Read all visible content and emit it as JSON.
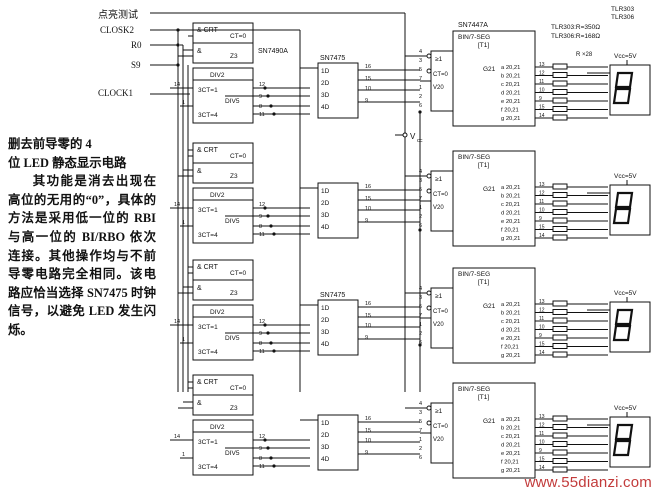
{
  "inputs": {
    "lamp_test": "点亮测试",
    "clock2": "CLOSK2",
    "r0": "R0",
    "s9": "S9",
    "clock1": "CLOCK1"
  },
  "chips": {
    "sn7490a": "SN7490A",
    "sn7475": "SN7475",
    "sn7447a": "SN7447A",
    "crt": "& CRT",
    "ct0": "CT=0",
    "z3": "Z3",
    "and": "&",
    "div2": "DIV2",
    "ct1": "3CT=1",
    "ct4": "3CT=4",
    "div5": "DIV5",
    "bin7seg": "BIN/7-SEG",
    "t1": "[T1]",
    "ge1": "≥1",
    "ct0b": "CT=0",
    "v20": "V20",
    "g21": "G21",
    "seg_outputs": [
      "a 20,21",
      "b 20,21",
      "c 20,21",
      "d 20,21",
      "e 20,21",
      "f 20,21",
      "g 20,21"
    ],
    "rx28": "R ×28"
  },
  "labels": {
    "vcc": "V",
    "vcc_sub": "cc",
    "vcc_disp": "V",
    "vcc_disp_val": "=5V",
    "tlr303": "TLR303",
    "tlr306": "TLR306",
    "res_note_a": "TLR303:R=350Ω",
    "res_note_b": "TLR306:R=168Ω"
  },
  "pins": {
    "p14": "14",
    "p1": "1",
    "p12": "12",
    "p9": "9",
    "p8": "8",
    "p11": "11",
    "p16": "16",
    "p15": "15",
    "p10": "10",
    "p13": "13",
    "p4": "4",
    "p3": "3",
    "p5": "5",
    "p6": "6",
    "p7": "7",
    "p2": "2"
  },
  "description": {
    "heading_line1": "删去前导零的 4",
    "heading_line2": "位 LED 静态显示电路",
    "body": "其功能是消去出现在高位的无用的“0”，具体的方法是采用低一位的 RBI 与高一位的 BI/RBO 依次连接。其他操作均与不前导零电路完全相同。该电路应恰当选择 SN7475 时钟信号，以避免 LED 发生闪烁。"
  },
  "watermark": "www.55dianzi.com",
  "colors": {
    "ink": "#111111",
    "paper": "#ffffff",
    "watermark": "#c23b3b"
  }
}
